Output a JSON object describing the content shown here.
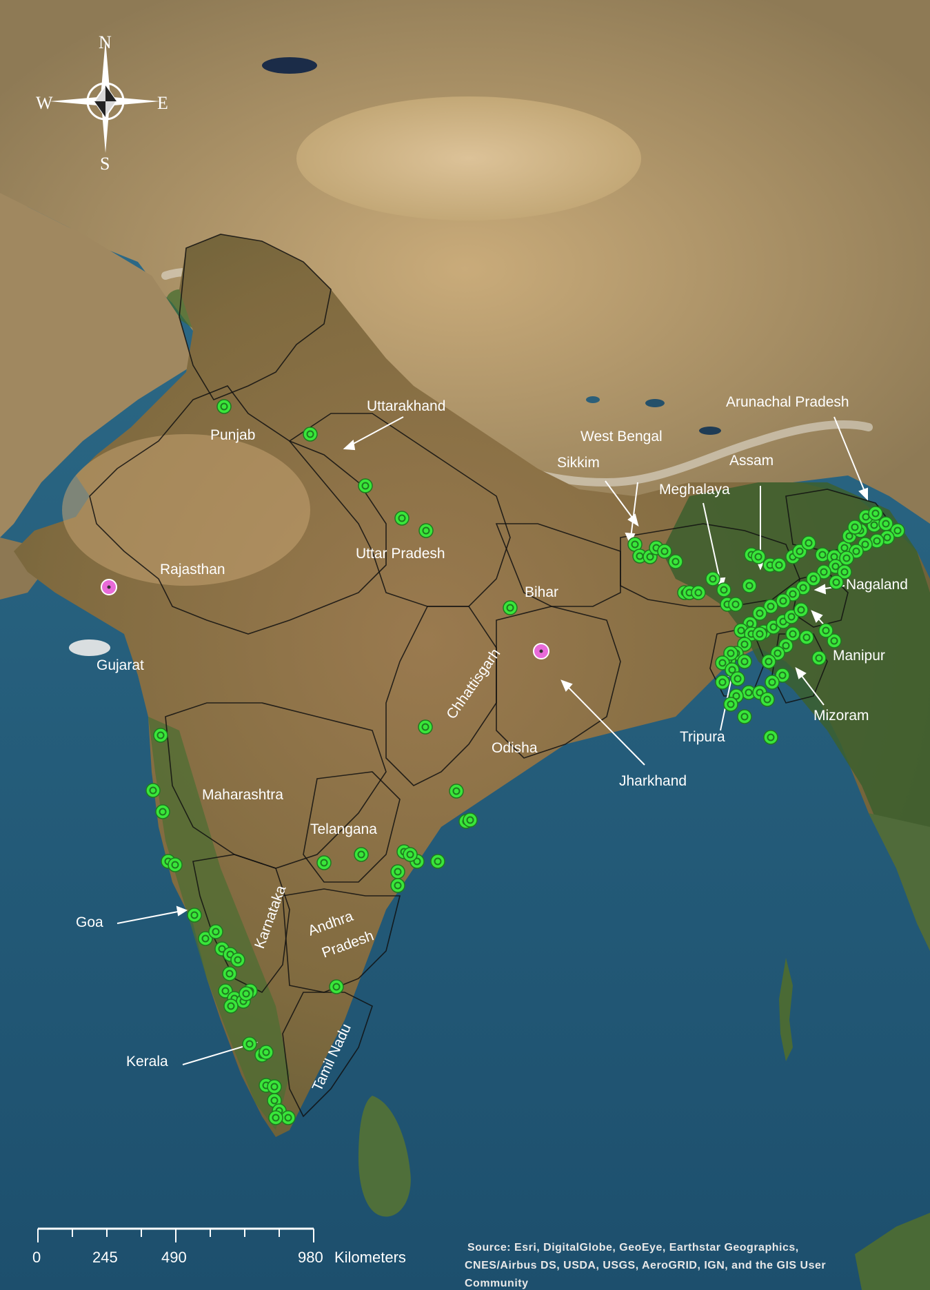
{
  "compass": {
    "icon": "compass-rose-icon",
    "n": "N",
    "s": "S",
    "e": "E",
    "w": "W"
  },
  "state_labels": [
    {
      "name": "Punjab"
    },
    {
      "name": "Uttarakhand"
    },
    {
      "name": "Rajasthan"
    },
    {
      "name": "Uttar Pradesh"
    },
    {
      "name": "Gujarat"
    },
    {
      "name": "Bihar"
    },
    {
      "name": "Chhattisgarh"
    },
    {
      "name": "Odisha"
    },
    {
      "name": "Jharkhand"
    },
    {
      "name": "Maharashtra"
    },
    {
      "name": "Telangana"
    },
    {
      "name": "Goa"
    },
    {
      "name": "Karnataka"
    },
    {
      "name": "Andhra"
    },
    {
      "name": "Pradesh"
    },
    {
      "name": "Tamil Nadu"
    },
    {
      "name": "Kerala"
    },
    {
      "name": "West Bengal"
    },
    {
      "name": "Sikkim"
    },
    {
      "name": "Meghalaya"
    },
    {
      "name": "Assam"
    },
    {
      "name": "Arunachal Pradesh"
    },
    {
      "name": "Nagaland"
    },
    {
      "name": "Manipur"
    },
    {
      "name": "Mizoram"
    },
    {
      "name": "Tripura"
    }
  ],
  "marker_colors": {
    "occurrence": "#39e63a",
    "occurrence_ring": "#1f7a1f",
    "other": "#e86ad8"
  },
  "scale_bar": {
    "ticks": [
      "0",
      "245",
      "490",
      "980"
    ],
    "unit": "Kilometers"
  },
  "attribution": {
    "line1": "Source: Esri, DigitalGlobe, GeoEye, Earthstar Geographics,",
    "line2": "CNES/Airbus DS, USDA, USGS, AeroGRID, IGN, and the GIS User",
    "line3": "Community"
  }
}
